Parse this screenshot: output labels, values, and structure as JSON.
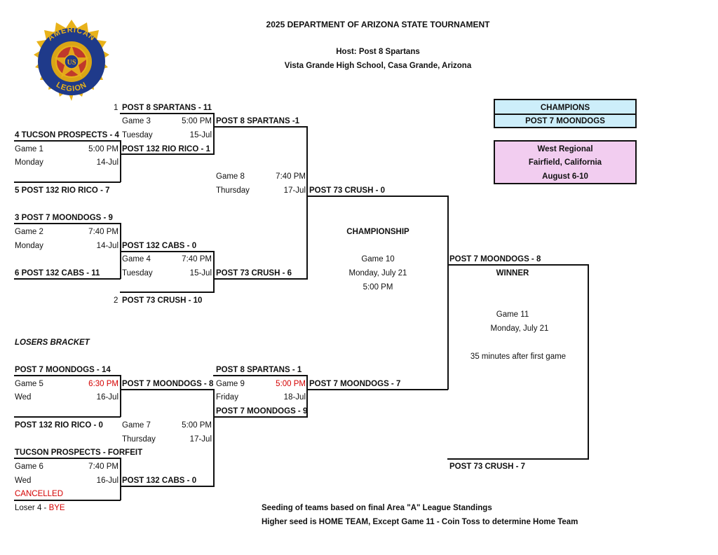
{
  "header": {
    "title": "2025 DEPARTMENT OF ARIZONA STATE TOURNAMENT",
    "host": "Host: Post 8 Spartans",
    "venue": "Vista Grande High School, Casa Grande, Arizona"
  },
  "logo": {
    "top_text": "AMERICAN",
    "bottom_text": "LEGION",
    "center_text": "US"
  },
  "champions_box": {
    "label": "CHAMPIONS",
    "team": "POST 7 MOONDOGS",
    "color": "#cdeefa"
  },
  "regional_box": {
    "label": "West Regional",
    "location": "Fairfield, California",
    "dates": "August 6-10",
    "color": "#f2cdf0"
  },
  "winners": {
    "seed1": "1",
    "team1": "POST 8 SPARTANS - 11",
    "g3_name": "Game 3",
    "g3_time": "5:00 PM",
    "g3_winner": "POST 8 SPARTANS -1",
    "seed4_team": "4 TUCSON PROSPECTS - 4",
    "g3_day": "Tuesday",
    "g3_date": "15-Jul",
    "g1_name": "Game 1",
    "g1_time": "5:00 PM",
    "g1_winner": "POST 132 RIO RICO - 1",
    "g1_day": "Monday",
    "g1_date": "14-Jul",
    "g8_name": "Game 8",
    "g8_time": "7:40 PM",
    "seed5_team": "5 POST 132 RIO RICO - 7",
    "g8_day": "Thursday",
    "g8_date": "17-Jul",
    "g8_winner": "POST 73 CRUSH - 0",
    "seed3_team": "3  POST 7 MOONDOGS - 9",
    "g2_name": "Game 2",
    "g2_time": "7:40 PM",
    "g2_day": "Monday",
    "g2_date": "14-Jul",
    "g2_winner": "POST 132 CABS - 0",
    "g4_name": "Game 4",
    "g4_time": "7:40 PM",
    "seed6_team": "6 POST 132 CABS - 11",
    "g4_day": "Tuesday",
    "g4_date": "15-Jul",
    "g4_winner": "POST 73 CRUSH - 6",
    "seed2": "2",
    "team2": "POST 73 CRUSH - 10"
  },
  "championship": {
    "label": "CHAMPIONSHIP",
    "g10_name": "Game 10",
    "g10_date": "Monday, July 21",
    "g10_time": "5:00 PM",
    "g10_team": "POST 7 MOONDOGS - 8",
    "winner_label": "WINNER",
    "g11_name": "Game 11",
    "g11_date": "Monday,  July 21",
    "g11_time": "35 minutes after first game",
    "g11_bottom_team": "POST 73 CRUSH - 7"
  },
  "losers": {
    "title": "LOSERS BRACKET",
    "team_a": "POST 7 MOONDOGS - 14",
    "g5_name": "Game 5",
    "g5_time": "6:30 PM",
    "g5_winner": "POST 7 MOONDOGS - 8",
    "g5_day": "Wed",
    "g5_date": "16-Jul",
    "team_b": "POST 132 RIO RICO - 0",
    "g7_name": "Game 7",
    "g7_time": "5:00 PM",
    "g7_day": "Thursday",
    "g7_date": "17-Jul",
    "g9_top_team": "POST 8 SPARTANS - 1",
    "g9_name": "Game 9",
    "g9_time": "5:00 PM",
    "g9_winner": "POST 7 MOONDOGS - 7",
    "g9_day": "Friday",
    "g9_date": "18-Jul",
    "g9_bottom_team": "POST 7 MOONDOGS - 9",
    "team_c": "TUCSON PROSPECTS - FORFEIT",
    "g6_name": "Game 6",
    "g6_time": "7:40 PM",
    "g6_day": "Wed",
    "g6_date": "16-Jul",
    "g6_winner": "POST 132 CABS - 0",
    "cancelled": "CANCELLED",
    "loser4": "Loser 4 - ",
    "bye": "BYE"
  },
  "notes": {
    "line1": "Seeding of teams based on final Area \"A\" League Standings",
    "line2": "Higher seed is HOME TEAM, Except Game 11 - Coin Toss to determine Home Team"
  }
}
